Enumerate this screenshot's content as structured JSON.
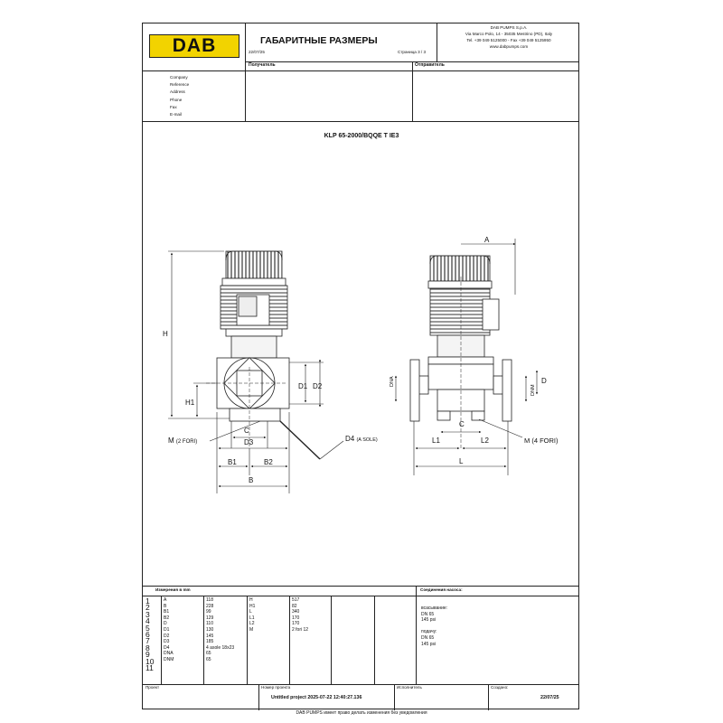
{
  "header": {
    "logo": "DAB",
    "title": "ГАБАРИТНЫЕ РАЗМЕРЫ",
    "doc_code": "22/07/25",
    "page_label": "Страница 3 / 3",
    "company_lines": [
      "DAB PUMPS S.p.A.",
      "Via Marco Polo, 14 - 35035 Mestrino (PD), Italy",
      "Tel. +39 049 5125000 - Fax +39 049 5125950",
      "www.dabpumps.com"
    ]
  },
  "info": {
    "recipient_label": "Получатель",
    "sender_label": "Отправитель",
    "fields": [
      "Company",
      "Reference",
      "Address",
      "Phone",
      "Fax",
      "E-mail"
    ]
  },
  "drawing": {
    "model": "KLP 65-2000/BQQE T IE3",
    "labels": {
      "H": "H",
      "H1": "H1",
      "C": "C",
      "D3": "D3",
      "D1": "D1",
      "D2": "D2",
      "B1": "B1",
      "B2": "B2",
      "B": "B",
      "D4": "D4",
      "D4_note": "(A SOLE)",
      "M_left": "M",
      "M_left_note": "(2 FORI)",
      "A": "A",
      "DNA": "DNA",
      "DNM": "DNM",
      "D": "D",
      "C2": "C",
      "L1": "L1",
      "L2": "L2",
      "L": "L",
      "M_right": "M (4 FORI)"
    }
  },
  "dimensions": {
    "header": "Измерения в  mm",
    "row_numbers": [
      "1",
      "2",
      "3",
      "4",
      "5",
      "6",
      "7",
      "8",
      "9",
      "10",
      "11"
    ],
    "col1_names": [
      "A",
      "B",
      "B1",
      "B2",
      "D",
      "D1",
      "D2",
      "D3",
      "D4",
      "DNA",
      "DNM"
    ],
    "col1_values": [
      "118",
      "228",
      "99",
      "129",
      "110",
      "130",
      "145",
      "185",
      "4 asole 18x23",
      "65",
      "65"
    ],
    "col2_names": [
      "H",
      "H1",
      "L",
      "L1",
      "L2",
      "M"
    ],
    "col2_values": [
      "517",
      "82",
      "340",
      "170",
      "170",
      "2 fori 12"
    ]
  },
  "connections": {
    "header": "Соединения насоса:",
    "lines": [
      "всасывание:",
      "DN 65",
      "145 psi",
      "",
      "подачу:",
      "DN 65",
      "145 psi"
    ]
  },
  "footer": {
    "project_label": "Проект",
    "project_value": "",
    "number_label": "Номер проекта",
    "number_value": "Untitled project 2025-07-22 12:40:27.136",
    "author_label": "Исполнитель",
    "author_value": "",
    "created_label": "Создано:",
    "created_value": "22/07/25",
    "note": "DAB PUMPS имеет право делать изменения без уведомления"
  }
}
